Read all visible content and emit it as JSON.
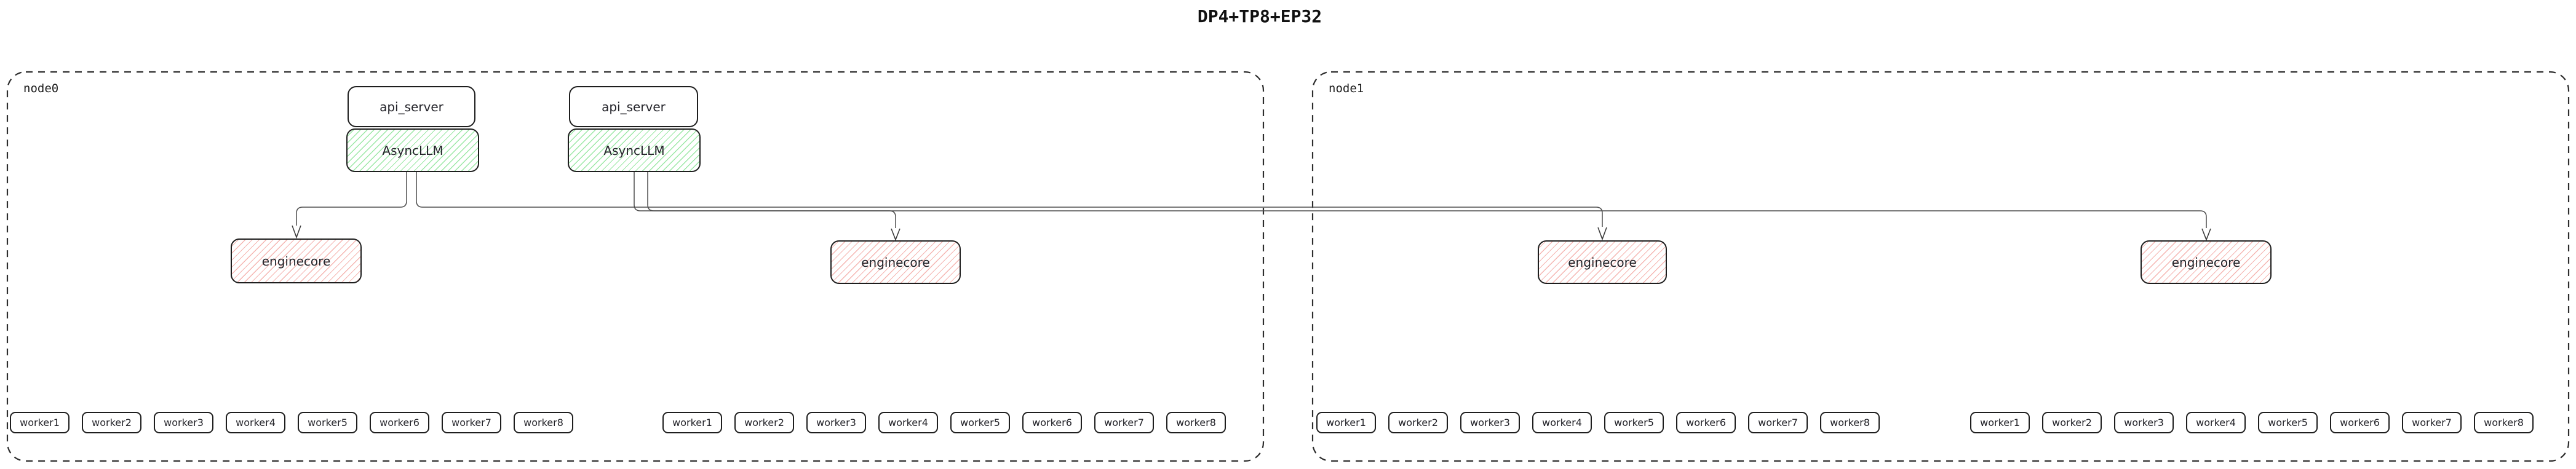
{
  "title": "DP4+TP8+EP32",
  "node0": {
    "label": "node0",
    "api_server_1": {
      "label": "api_server",
      "asyncllm_label": "AsyncLLM"
    },
    "api_server_2": {
      "label": "api_server",
      "asyncllm_label": "AsyncLLM"
    },
    "enginecore_1": {
      "label": "enginecore"
    },
    "enginecore_2": {
      "label": "enginecore"
    },
    "worker_groups": [
      [
        "worker1",
        "worker2",
        "worker3",
        "worker4",
        "worker5",
        "worker6",
        "worker7",
        "worker8"
      ],
      [
        "worker1",
        "worker2",
        "worker3",
        "worker4",
        "worker5",
        "worker6",
        "worker7",
        "worker8"
      ]
    ]
  },
  "node1": {
    "label": "node1",
    "enginecore_1": {
      "label": "enginecore"
    },
    "enginecore_2": {
      "label": "enginecore"
    },
    "worker_groups": [
      [
        "worker1",
        "worker2",
        "worker3",
        "worker4",
        "worker5",
        "worker6",
        "worker7",
        "worker8"
      ],
      [
        "worker1",
        "worker2",
        "worker3",
        "worker4",
        "worker5",
        "worker6",
        "worker7",
        "worker8"
      ]
    ]
  },
  "colors": {
    "box_border": "#1e1e1e",
    "node_border": "#2d2d2d",
    "asyncllm_hatch_green": "#9ce8a6",
    "enginecore_hatch_red": "#f5b5b1",
    "edge_line": "#4d4d4d"
  }
}
